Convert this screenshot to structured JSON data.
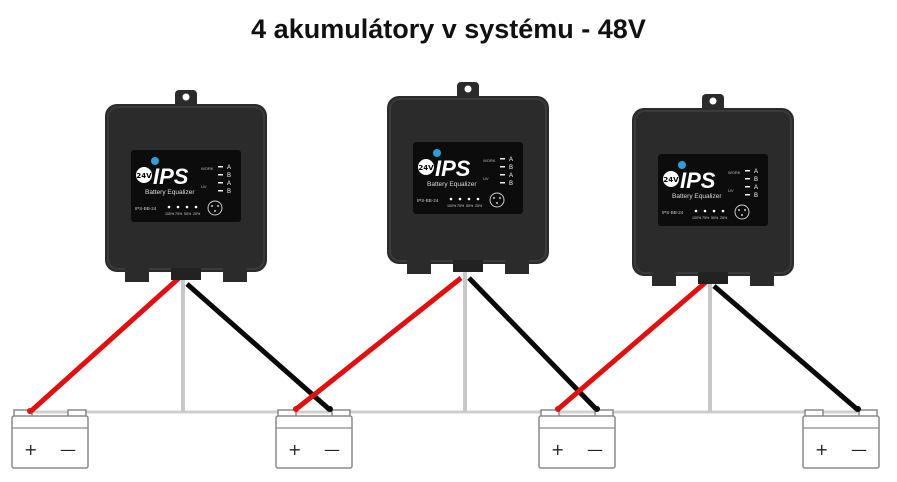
{
  "title": "4 akumulátory v systému - 48V",
  "device": {
    "voltage_badge": "24V",
    "brand": "IPS",
    "subtitle": "Battery Equalizer",
    "model": "IPS-BB-24",
    "indicator_labels": [
      "WORK",
      "UV"
    ],
    "port_labels": [
      "A",
      "B",
      "A",
      "B"
    ],
    "level_labels": [
      "100%",
      "75%",
      "50%",
      "25%"
    ]
  },
  "battery": {
    "plus": "+",
    "minus": "—"
  },
  "colors": {
    "case": "#2b2b2b",
    "panel": "#0c0c0c",
    "wire_positive": "#e01010",
    "wire_negative": "#0a0a0a",
    "wire_neutral": "#c8c8c8",
    "battery_outline": "#8a8a8a"
  }
}
